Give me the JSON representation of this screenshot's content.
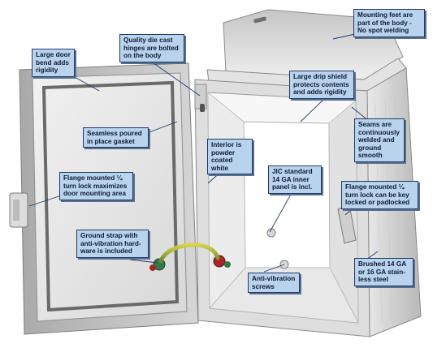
{
  "callouts": {
    "mounting_feet": "Mounting feet are\npart of the body -\nNo spot welding",
    "hinges": "Quality die cast\nhinges are bolted\non the body",
    "door_bend": "Large door\nbend adds\nrigidity",
    "drip_shield": "Large drip shield\nprotects contents\nand adds rigidity",
    "seams": "Seams are\ncontinuously\nwelded and\nground smooth",
    "gasket": "Seamless poured\nin place gasket",
    "interior": "Interior is\npowder\ncoated white",
    "inner_panel": "JIC standard\n14 GA inner\npanel is incl.",
    "flange_door": "Flange mounted ¼\nturn lock maximizes\ndoor mounting area",
    "flange_key": "Flange mounted ¼\nturn lock can be key\nlocked or padlocked",
    "ground_strap": "Ground strap with\nanti-vibration hard-\nware is included",
    "anti_vibration": "Anti-vibration\nscrews",
    "brushed": "Brushed 14 GA\nor 16 GA stain-\nless steel"
  }
}
